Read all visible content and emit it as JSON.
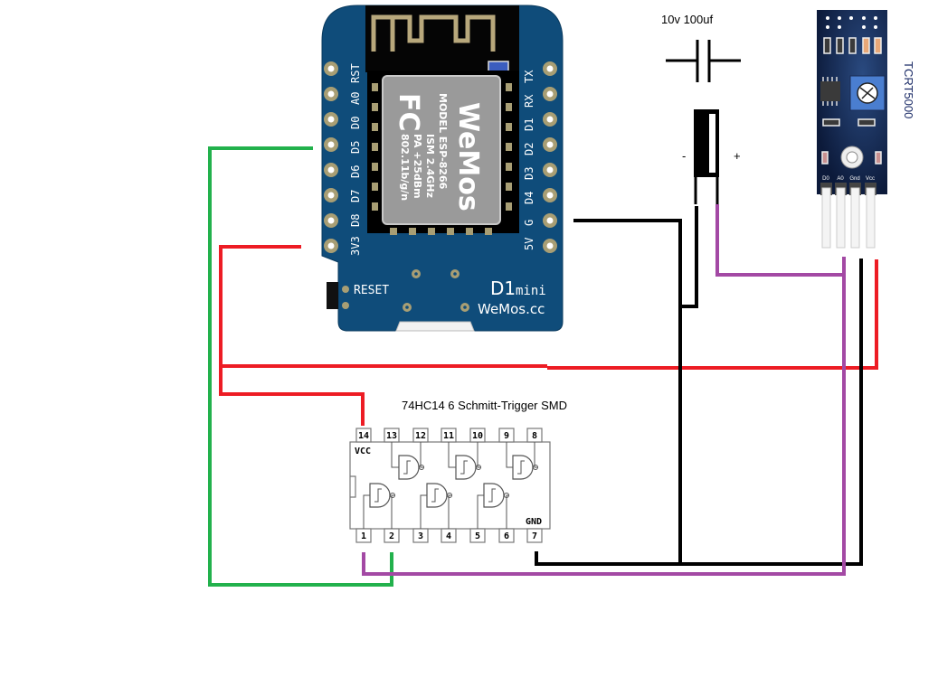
{
  "board": {
    "name": "WeMos D1 mini",
    "left_pins": [
      "RST",
      "A0",
      "D0",
      "D5",
      "D6",
      "D7",
      "D8",
      "3V3"
    ],
    "right_pins": [
      "TX",
      "RX",
      "D1",
      "D2",
      "D3",
      "D4",
      "G",
      "5V"
    ],
    "module": {
      "brand": "WeMos",
      "fcc": "FC",
      "lines": [
        "MODEL  ESP-8266",
        "ISM 2.4GHz",
        "PA +25dBm",
        "802.11b/g/n"
      ]
    },
    "reset_label": "RESET",
    "title_main": "D1",
    "title_sub": "mini",
    "website": "WeMos.cc",
    "colors": {
      "pcb": "#0f4c7a",
      "pad": "#a89e74",
      "shield": "#9a9a9a"
    }
  },
  "capacitor": {
    "label": "10v 100uf",
    "minus": "-",
    "plus": "+"
  },
  "sensor": {
    "name": "TCRT5000",
    "pins": [
      "D0",
      "A0",
      "Gnd",
      "Vcc"
    ],
    "colors": {
      "pcb": "#0e2046",
      "pot": "#4a7ed0"
    }
  },
  "ic": {
    "title": "74HC14  6 Schmitt-Trigger SMD",
    "top_pins": [
      "14",
      "13",
      "12",
      "11",
      "10",
      "9",
      "8"
    ],
    "bottom_pins": [
      "1",
      "2",
      "3",
      "4",
      "5",
      "6",
      "7"
    ],
    "vcc_label": "VCC",
    "gnd_label": "GND"
  },
  "wires": {
    "colors": {
      "green": "#22b14c",
      "red": "#ed1c24",
      "black": "#000000",
      "purple": "#a349a4"
    },
    "connections": [
      {
        "color": "green",
        "from": "D1 mini D5",
        "to": "74HC14 pin 2"
      },
      {
        "color": "red",
        "from": "D1 mini 3V3",
        "to": "74HC14 pin 14"
      },
      {
        "color": "red",
        "from": "3V3 rail",
        "to": "TCRT5000 Vcc"
      },
      {
        "color": "black",
        "from": "D1 mini G",
        "to": "capacitor -"
      },
      {
        "color": "black",
        "from": "capacitor -",
        "to": "74HC14 pin 7"
      },
      {
        "color": "black",
        "from": "TCRT5000 Gnd",
        "to": "74HC14 pin 7"
      },
      {
        "color": "purple",
        "from": "capacitor +",
        "to": "TCRT5000 D0"
      },
      {
        "color": "purple",
        "from": "TCRT5000 D0",
        "to": "74HC14 pin 1"
      }
    ]
  }
}
